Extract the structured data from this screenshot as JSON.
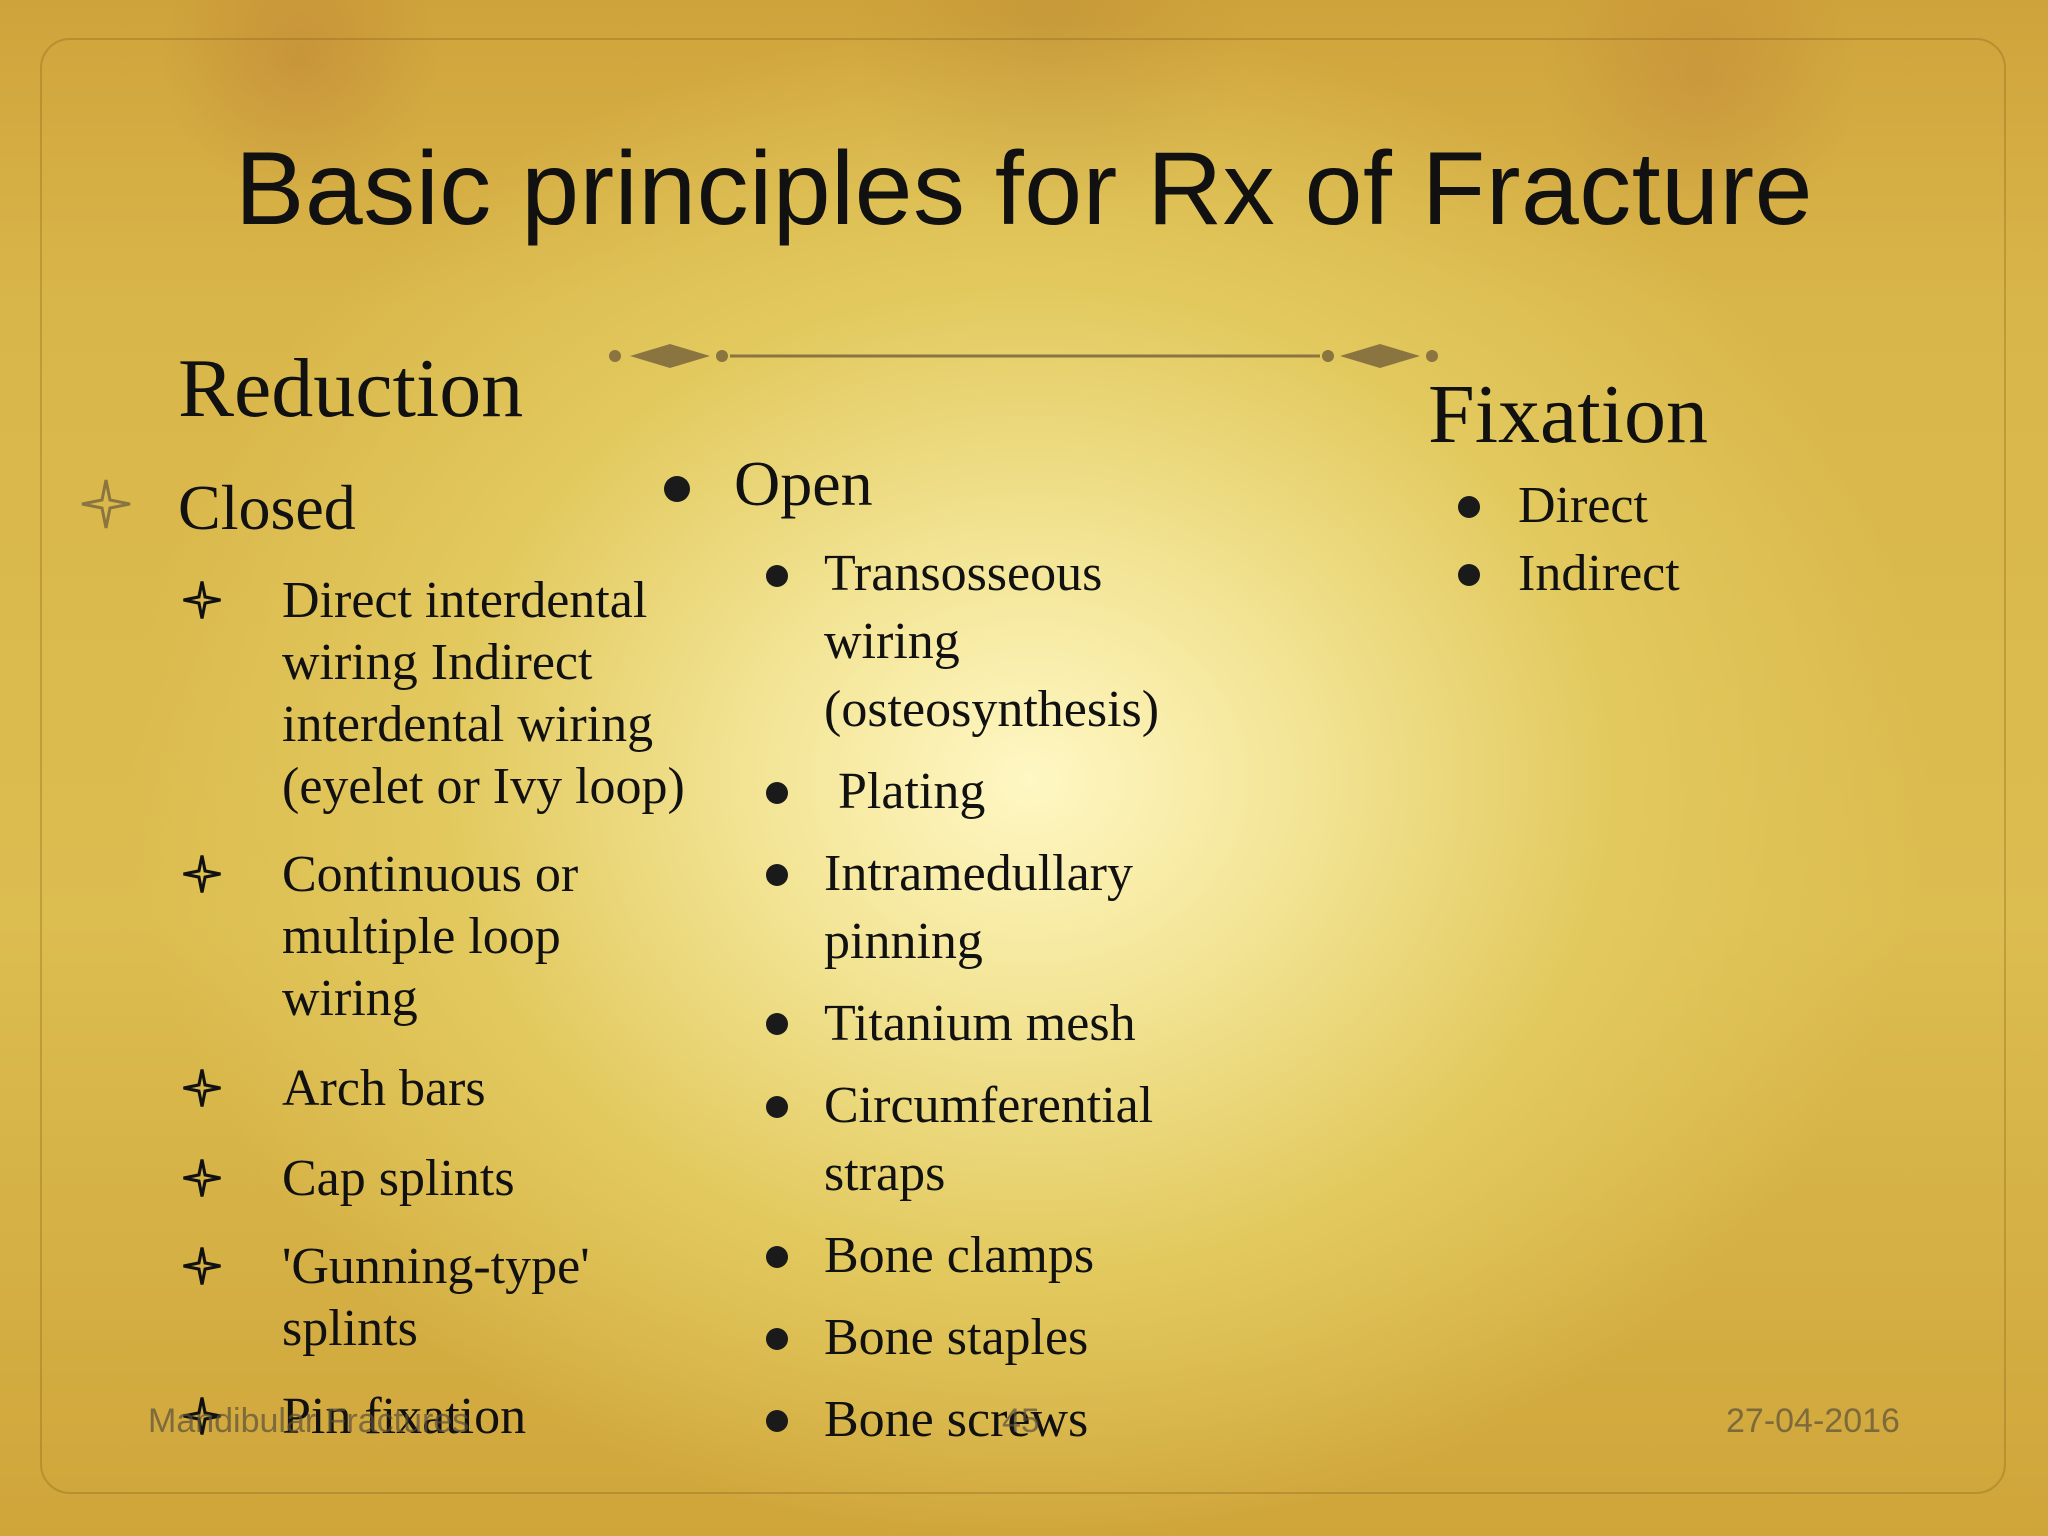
{
  "slide": {
    "title": "Basic principles for Rx of Fracture",
    "reduction": {
      "heading": "Reduction",
      "closed": {
        "label": "Closed",
        "items": [
          "Direct interdental",
          "wiring Indirect",
          "interdental wiring",
          "(eyelet or Ivy loop)",
          "Continuous or",
          "multiple loop",
          "wiring",
          "Arch bars",
          "Cap splints",
          "'Gunning-type'",
          "splints",
          "Pin fixation"
        ]
      },
      "open": {
        "label": "Open",
        "items": [
          "Transosseous",
          "wiring",
          "(osteosynthesis)",
          "Plating",
          "Intramedullary",
          "pinning",
          "Titanium mesh",
          "Circumferential",
          "straps",
          "Bone clamps",
          "Bone staples",
          "Bone screws"
        ]
      }
    },
    "fixation": {
      "heading": "Fixation",
      "items": [
        "Direct",
        "Indirect"
      ]
    },
    "footer": {
      "left": "Mandibular Fractures",
      "center": "45",
      "right": "27-04-2016"
    },
    "colors": {
      "text": "#111111",
      "ornament": "#8a7440",
      "background_gold": "#d9b64a"
    }
  }
}
